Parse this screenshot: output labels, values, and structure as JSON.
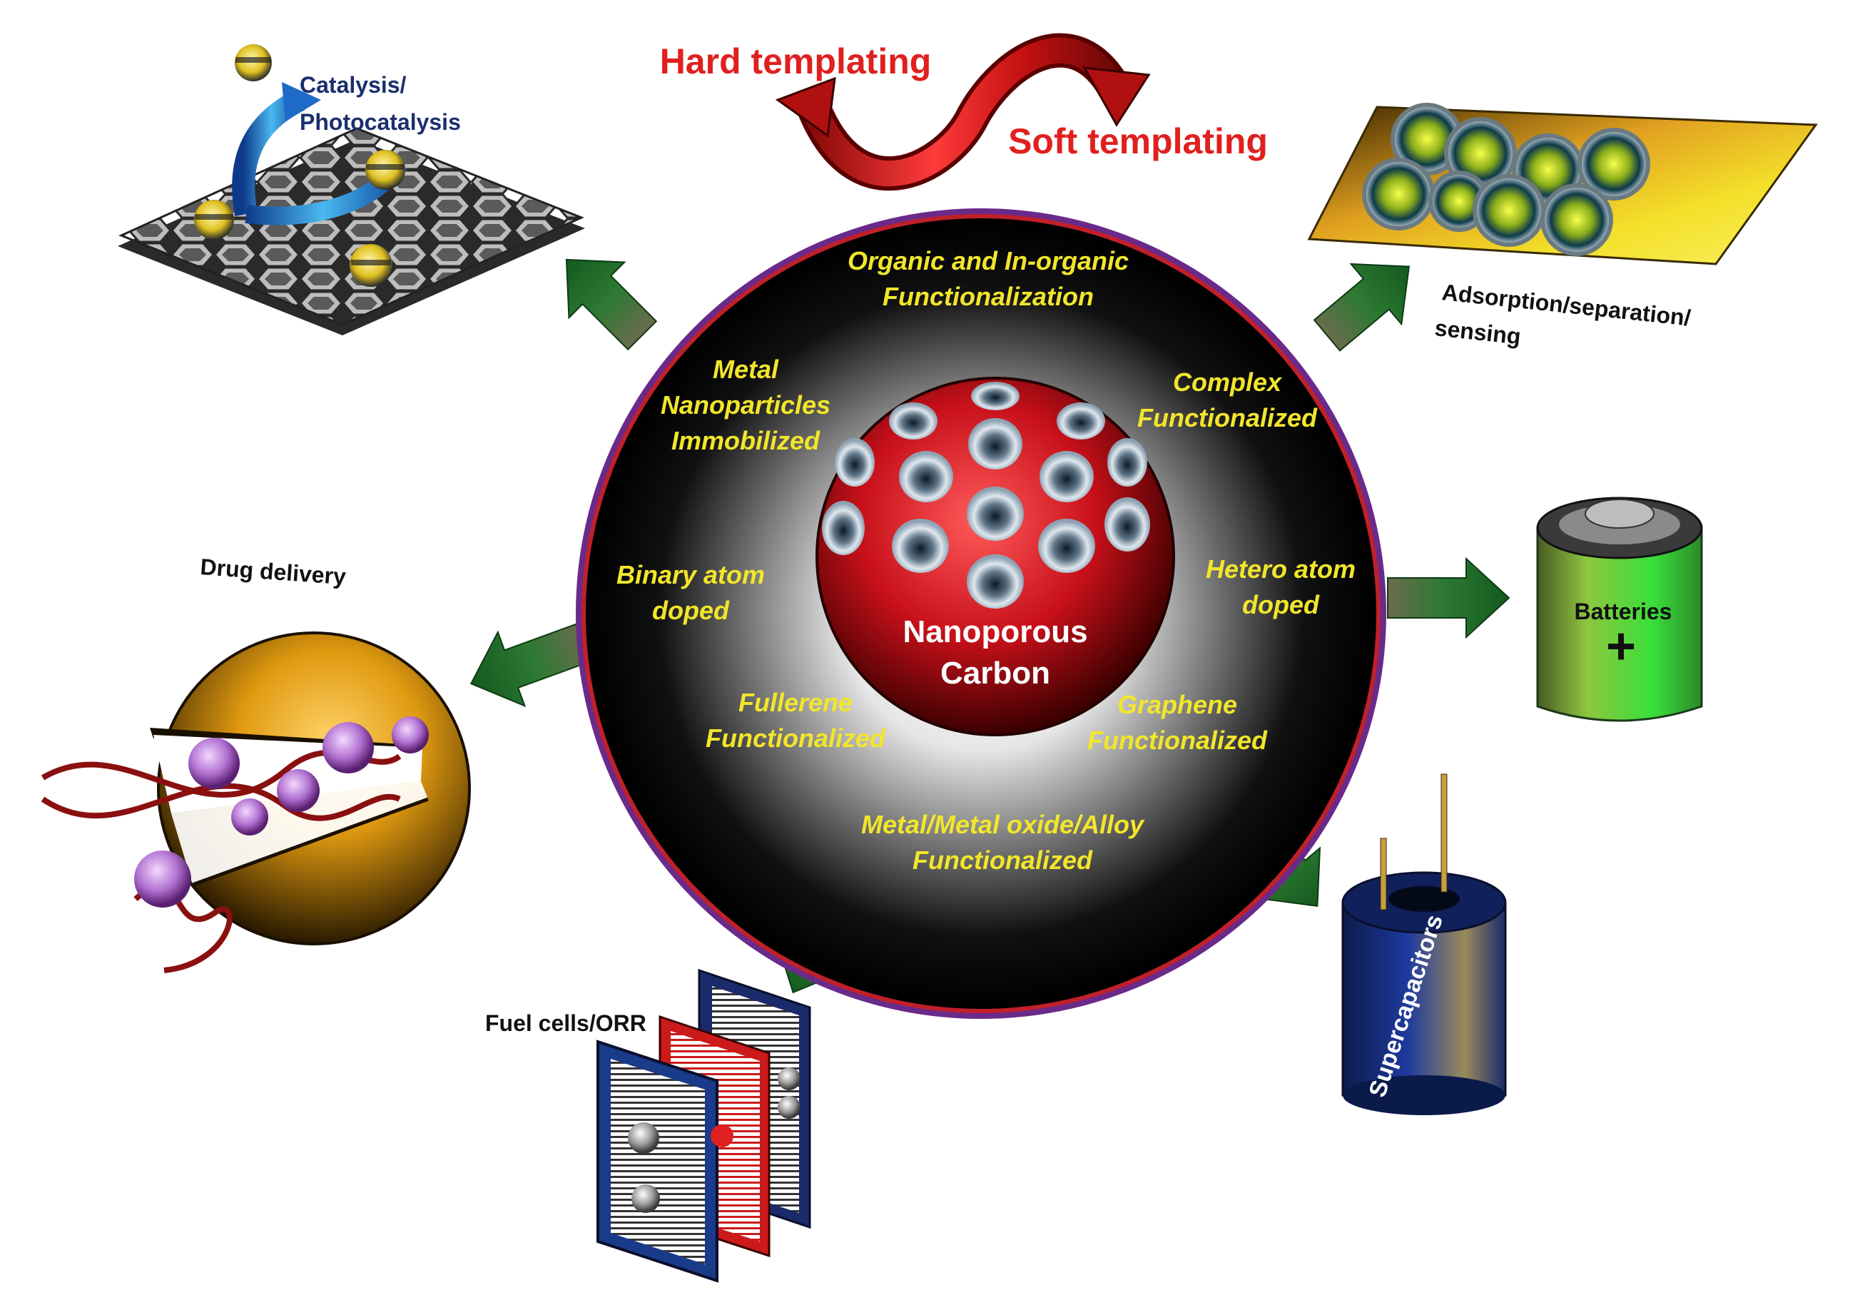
{
  "diagram": {
    "center": {
      "line1": "Nanoporous",
      "line2": "Carbon"
    },
    "templating": {
      "hard": "Hard templating",
      "soft": "Soft templating"
    },
    "functionalizations": [
      {
        "id": "organic",
        "line1": "Organic and In-organic",
        "line2": "Functionalization"
      },
      {
        "id": "metal-np",
        "line1": "Metal",
        "line2": "Nanoparticles",
        "line3": "Immobilized"
      },
      {
        "id": "complex",
        "line1": "Complex",
        "line2": "Functionalized"
      },
      {
        "id": "binary",
        "line1": "Binary atom",
        "line2": "doped"
      },
      {
        "id": "hetero",
        "line1": "Hetero atom",
        "line2": "doped"
      },
      {
        "id": "fullerene",
        "line1": "Fullerene",
        "line2": "Functionalized"
      },
      {
        "id": "graphene",
        "line1": "Graphene",
        "line2": "Functionalized"
      },
      {
        "id": "metal-oxide",
        "line1": "Metal/Metal oxide/Alloy",
        "line2": "Functionalized"
      }
    ],
    "applications": {
      "catalysis": {
        "line1": "Catalysis/",
        "line2": "Photocatalysis"
      },
      "adsorption": {
        "line1": "Adsorption/separation/",
        "line2": "sensing"
      },
      "batteries": {
        "label": "Batteries",
        "symbol": "+"
      },
      "supercapacitors": {
        "label": "Supercapacitors"
      },
      "fuel_cells": {
        "label": "Fuel cells/ORR"
      },
      "drug_delivery": {
        "label": "Drug delivery"
      }
    },
    "colors": {
      "arrow": "#1f6b2a",
      "ring_outer": "#6a2a8a",
      "template_text": "#e0201e",
      "functionalization_text": "#f2e62a"
    }
  }
}
